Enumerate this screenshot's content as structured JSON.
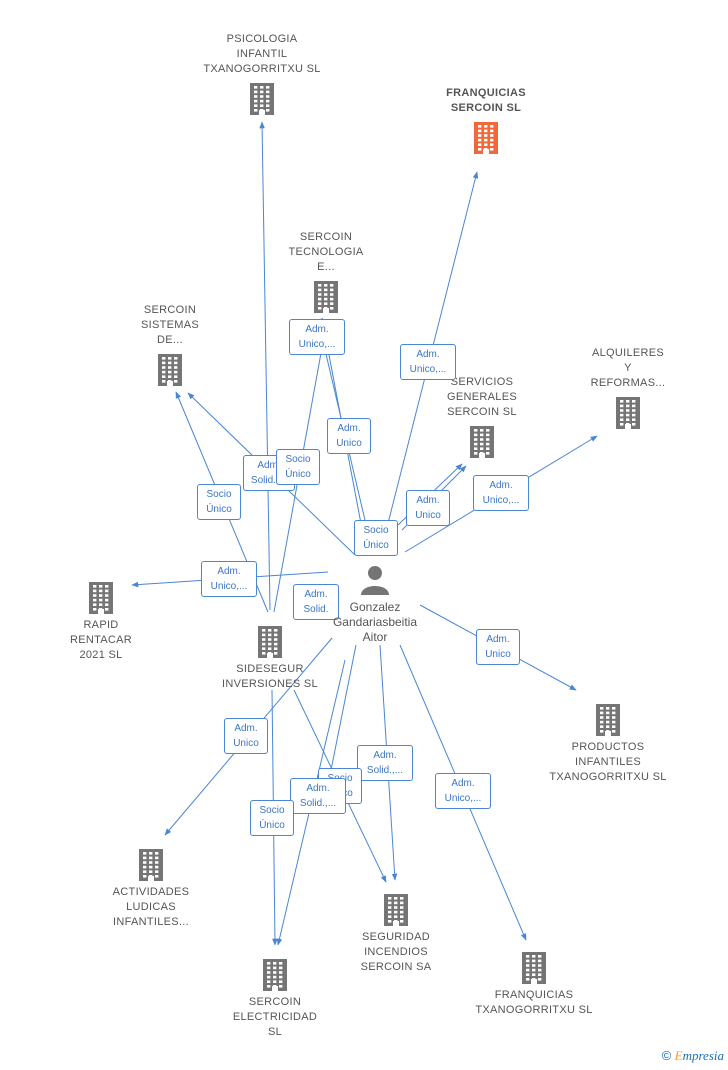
{
  "colors": {
    "edge": "#4a86d4",
    "building": "#757575",
    "highlight": "#f4673a"
  },
  "person": {
    "name_lines": [
      "Gonzalez",
      "Gandariasbeitia",
      "Aitor"
    ],
    "icon": "person-icon"
  },
  "nodes": [
    {
      "id": "psicologia",
      "lines": [
        "PSICOLOGIA",
        "INFANTIL",
        "TXANOGORRITXU SL"
      ],
      "icon": "building-icon"
    },
    {
      "id": "franquicias_sercoin",
      "lines": [
        "FRANQUICIAS",
        "SERCOIN  SL"
      ],
      "icon": "building-icon",
      "highlight": true
    },
    {
      "id": "sercoin_tecnologia",
      "lines": [
        "SERCOIN",
        "TECNOLOGIA",
        "E..."
      ],
      "icon": "building-icon"
    },
    {
      "id": "sercoin_sistemas",
      "lines": [
        "SERCOIN",
        "SISTEMAS",
        "DE..."
      ],
      "icon": "building-icon"
    },
    {
      "id": "alquileres",
      "lines": [
        "ALQUILERES",
        "Y",
        "REFORMAS..."
      ],
      "icon": "building-icon"
    },
    {
      "id": "servicios_generales",
      "lines": [
        "SERVICIOS",
        "GENERALES",
        "SERCOIN  SL"
      ],
      "icon": "building-icon"
    },
    {
      "id": "rapid_rentacar",
      "lines": [
        "RAPID",
        "RENTACAR",
        "2021  SL"
      ],
      "icon": "building-icon"
    },
    {
      "id": "sidesegur",
      "lines": [
        "SIDESEGUR",
        "INVERSIONES SL"
      ],
      "icon": "building-icon"
    },
    {
      "id": "productos_infantiles",
      "lines": [
        "PRODUCTOS",
        "INFANTILES",
        "TXANOGORRITXU SL"
      ],
      "icon": "building-icon"
    },
    {
      "id": "actividades_ludicas",
      "lines": [
        "ACTIVIDADES",
        "LUDICAS",
        "INFANTILES..."
      ],
      "icon": "building-icon"
    },
    {
      "id": "seguridad_incendios",
      "lines": [
        "SEGURIDAD",
        "INCENDIOS",
        "SERCOIN SA"
      ],
      "icon": "building-icon"
    },
    {
      "id": "sercoin_electricidad",
      "lines": [
        "SERCOIN",
        "ELECTRICIDAD",
        "SL"
      ],
      "icon": "building-icon"
    },
    {
      "id": "franquicias_txano",
      "lines": [
        "FRANQUICIAS",
        "TXANOGORRITXU SL"
      ],
      "icon": "building-icon"
    }
  ],
  "edge_labels": [
    {
      "lines": [
        "Adm.",
        "Unico,..."
      ]
    },
    {
      "lines": [
        "Adm.",
        "Unico,..."
      ]
    },
    {
      "lines": [
        "Adm.",
        "Unico"
      ]
    },
    {
      "lines": [
        "Adm.",
        "Solid.,..."
      ]
    },
    {
      "lines": [
        "Socio",
        "Único"
      ]
    },
    {
      "lines": [
        "Socio",
        "Único"
      ]
    },
    {
      "lines": [
        "Adm.",
        "Unico,..."
      ]
    },
    {
      "lines": [
        "Adm.",
        "Unico"
      ]
    },
    {
      "lines": [
        "Socio",
        "Único"
      ]
    },
    {
      "lines": [
        "Adm.",
        "Unico,..."
      ]
    },
    {
      "lines": [
        "Adm.",
        "Solid."
      ]
    },
    {
      "lines": [
        "Adm.",
        "Unico"
      ]
    },
    {
      "lines": [
        "Adm.",
        "Unico"
      ]
    },
    {
      "lines": [
        "Adm.",
        "Solid.,..."
      ]
    },
    {
      "lines": [
        "Socio",
        "Único"
      ]
    },
    {
      "lines": [
        "Adm.",
        "Solid.,..."
      ]
    },
    {
      "lines": [
        "Socio",
        "Único"
      ]
    },
    {
      "lines": [
        "Adm.",
        "Unico,..."
      ]
    }
  ],
  "footer": {
    "copyright": "©",
    "brand_first": "E",
    "brand_rest": "mpresia"
  }
}
